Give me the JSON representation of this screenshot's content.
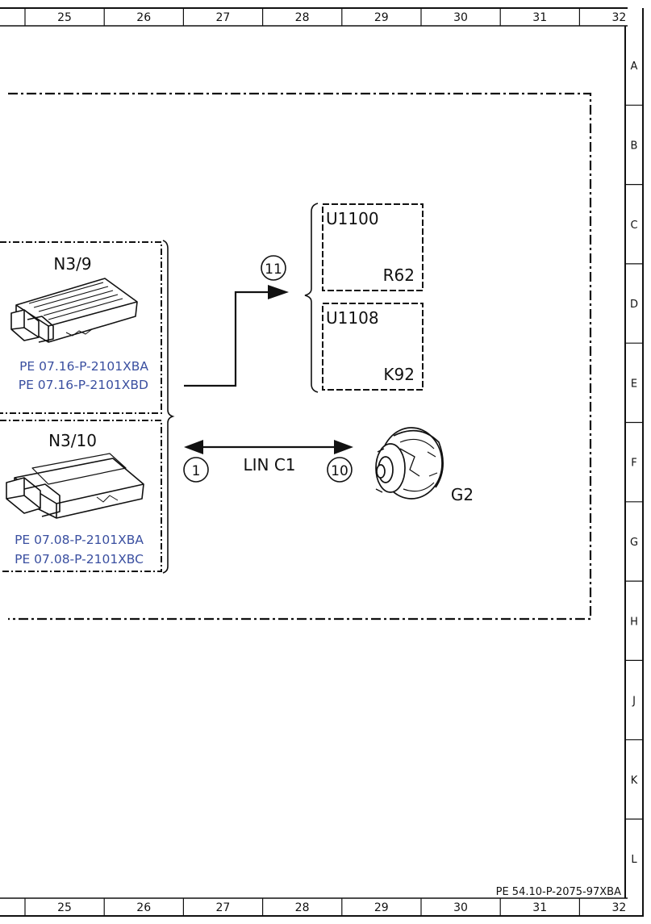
{
  "columns": [
    "25",
    "26",
    "27",
    "28",
    "29",
    "30",
    "31",
    "32"
  ],
  "rows": [
    "A",
    "B",
    "C",
    "D",
    "E",
    "F",
    "G",
    "H",
    "J",
    "K",
    "L"
  ],
  "components": {
    "n39": {
      "label": "N3/9",
      "ref1": "PE 07.16-P-2101XBA",
      "ref2": "PE 07.16-P-2101XBD"
    },
    "n310": {
      "label": "N3/10",
      "ref1": "PE 07.08-P-2101XBA",
      "ref2": "PE 07.08-P-2101XBC"
    },
    "u1100": {
      "label": "U1100",
      "sub": "R62"
    },
    "u1108": {
      "label": "U1108",
      "sub": "K92"
    },
    "g2": {
      "label": "G2"
    }
  },
  "connections": {
    "lin": {
      "label": "LIN C1",
      "left_marker": "1",
      "right_marker": "10"
    },
    "can": {
      "marker": "11"
    }
  },
  "document_ref": "PE 54.10-P-2075-97XBA"
}
